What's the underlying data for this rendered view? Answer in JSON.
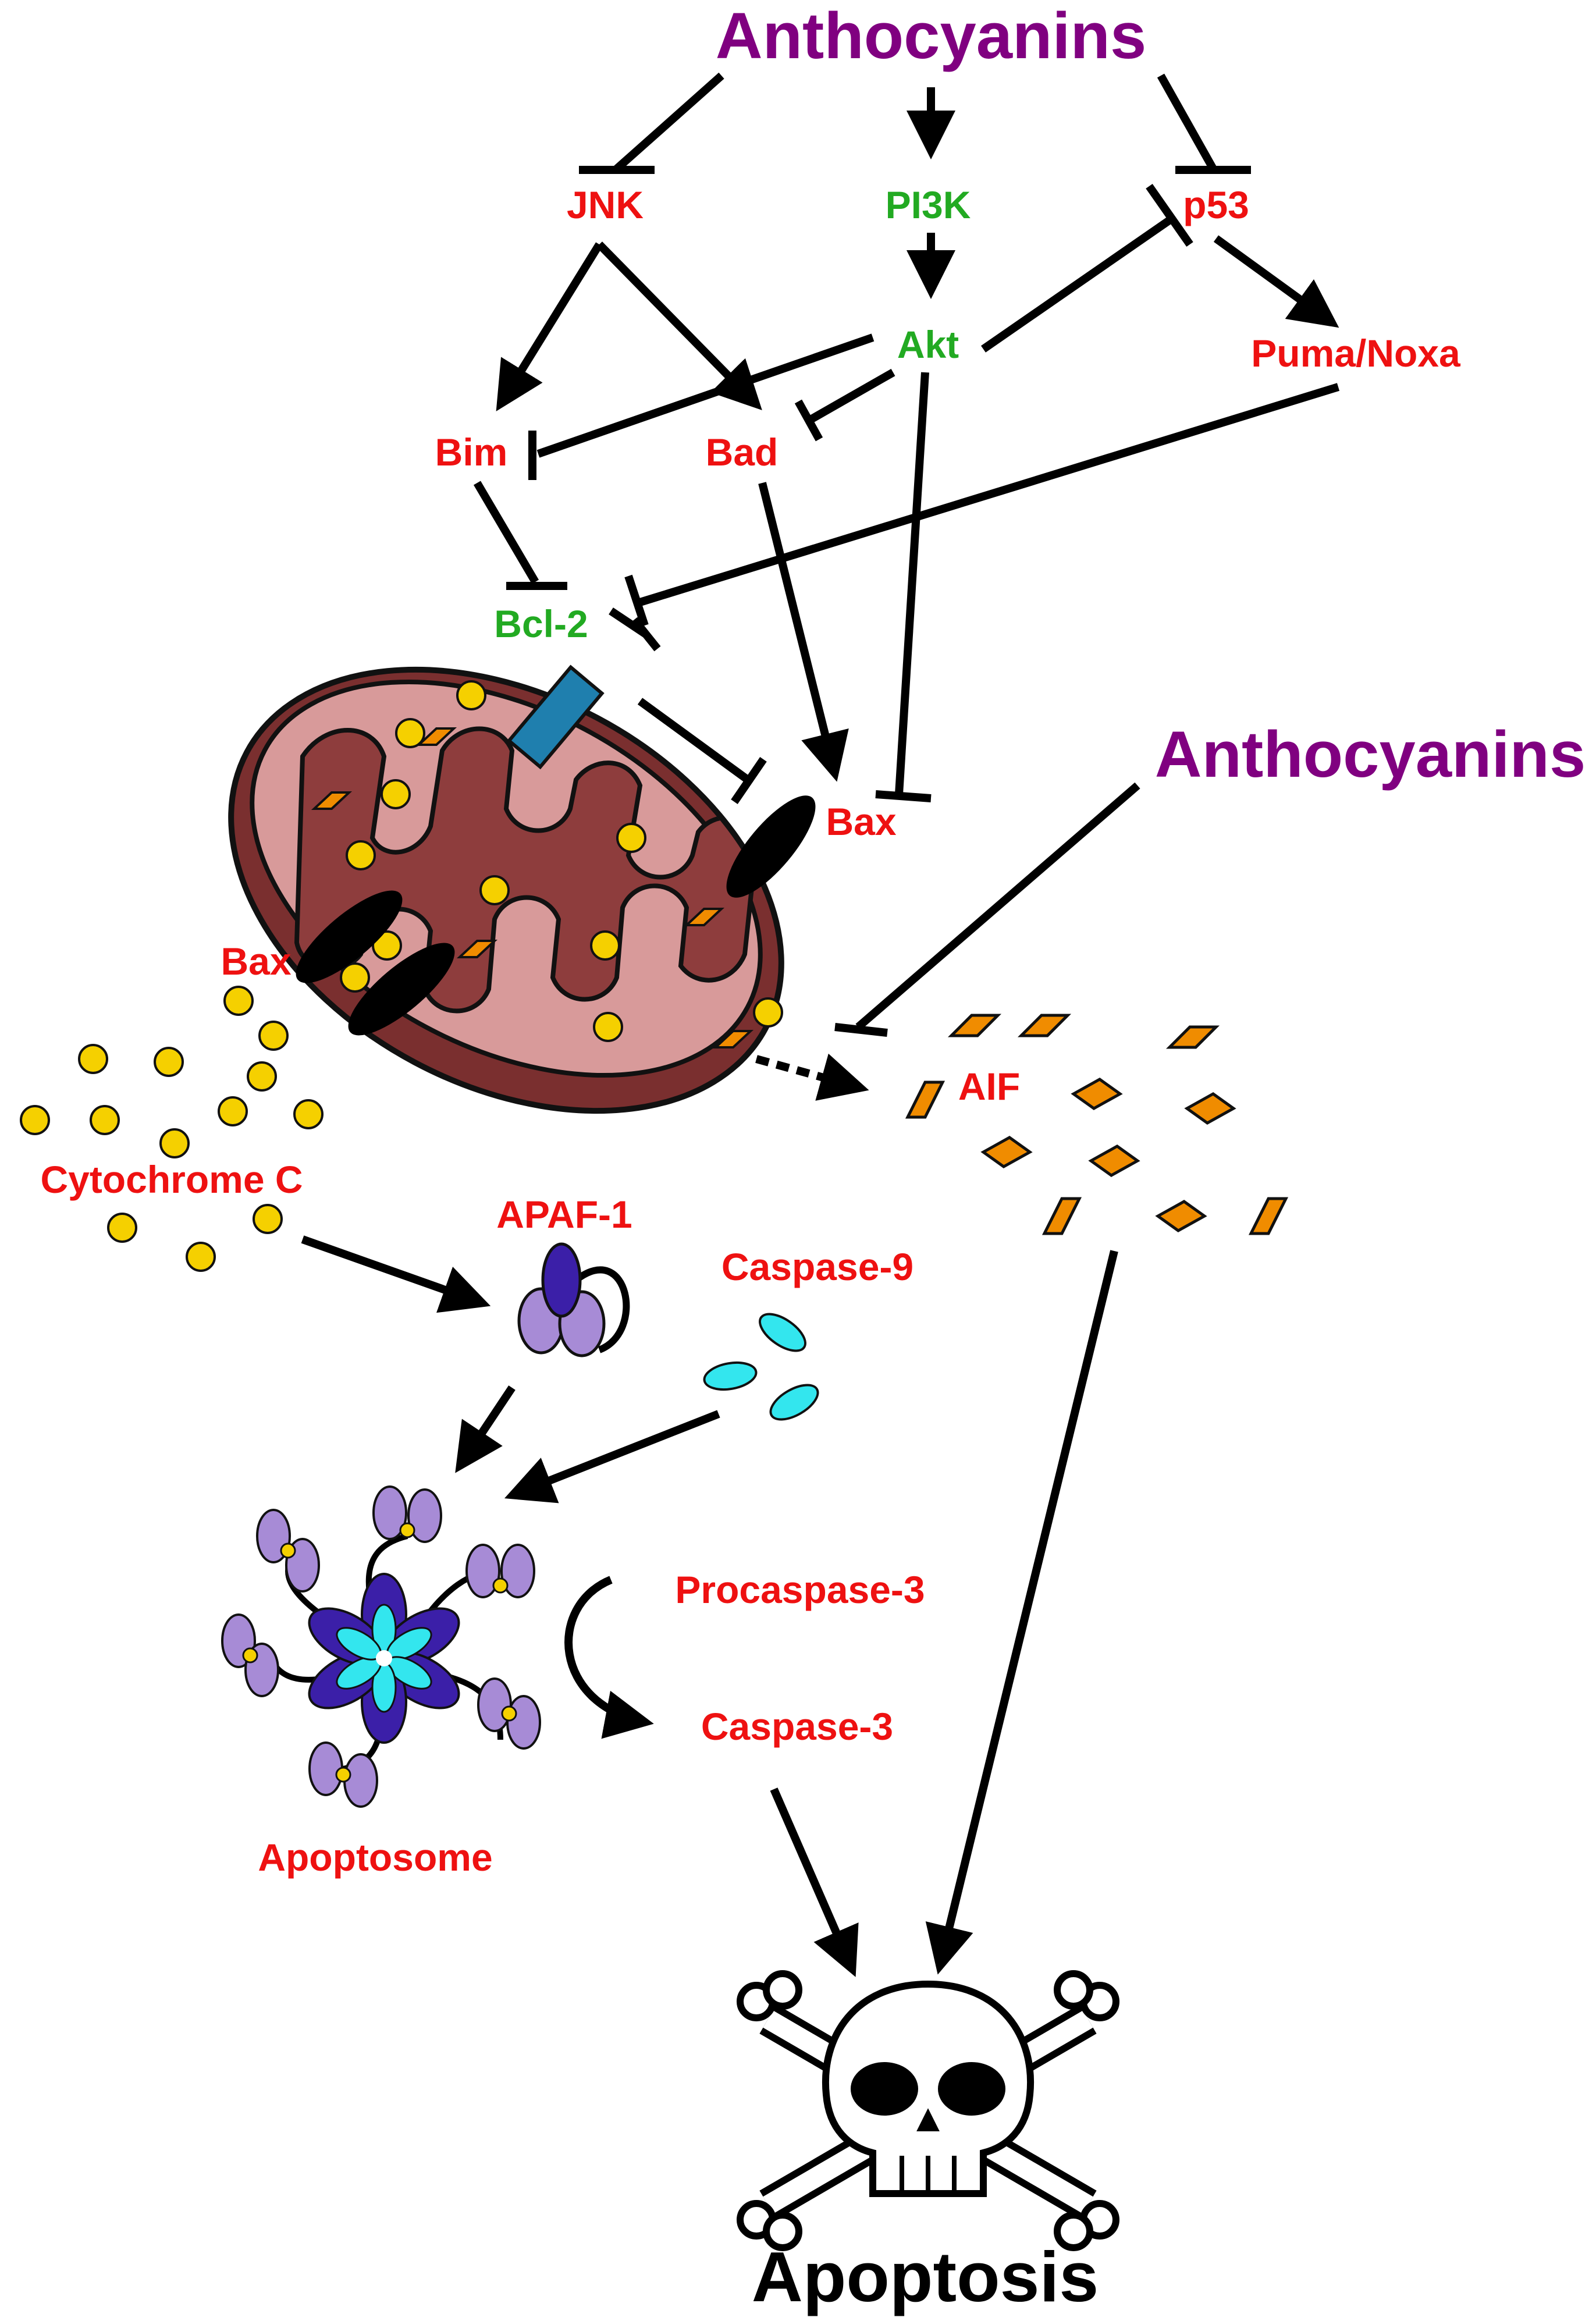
{
  "colors": {
    "inhibitor_text": "#800080",
    "pro_apoptotic": "#ee1111",
    "anti_apoptotic": "#22aa22",
    "mitochondria_outer": "#8b3a3a",
    "mitochondria_inner": "#c98d8d",
    "cytochrome_c": "#f5d000",
    "aif": "#f08c00",
    "caspase9": "#33e6ee",
    "apaf1": "#a78bd6",
    "bcl2_channel": "#1f7fae"
  },
  "labels": {
    "anthocyanins_top": "Anthocyanins",
    "anthocyanins_right": "Anthocyanins",
    "jnk": "JNK",
    "pi3k": "PI3K",
    "p53": "p53",
    "akt": "Akt",
    "puma_noxa": "Puma/Noxa",
    "bim": "Bim",
    "bad": "Bad",
    "bcl2": "Bcl-2",
    "bax_right": "Bax",
    "bax_left": "Bax",
    "aif": "AIF",
    "cytochrome_c": "Cytochrome C",
    "apaf1": "APAF-1",
    "caspase9": "Caspase-9",
    "procaspase3": "Procaspase-3",
    "caspase3": "Caspase-3",
    "apoptosome": "Apoptosome",
    "apoptosis": "Apoptosis"
  },
  "icons": [
    "mitochondrion-icon",
    "apaf1-icon",
    "caspase9-icon",
    "apoptosome-icon",
    "skull-crossbones-icon"
  ]
}
